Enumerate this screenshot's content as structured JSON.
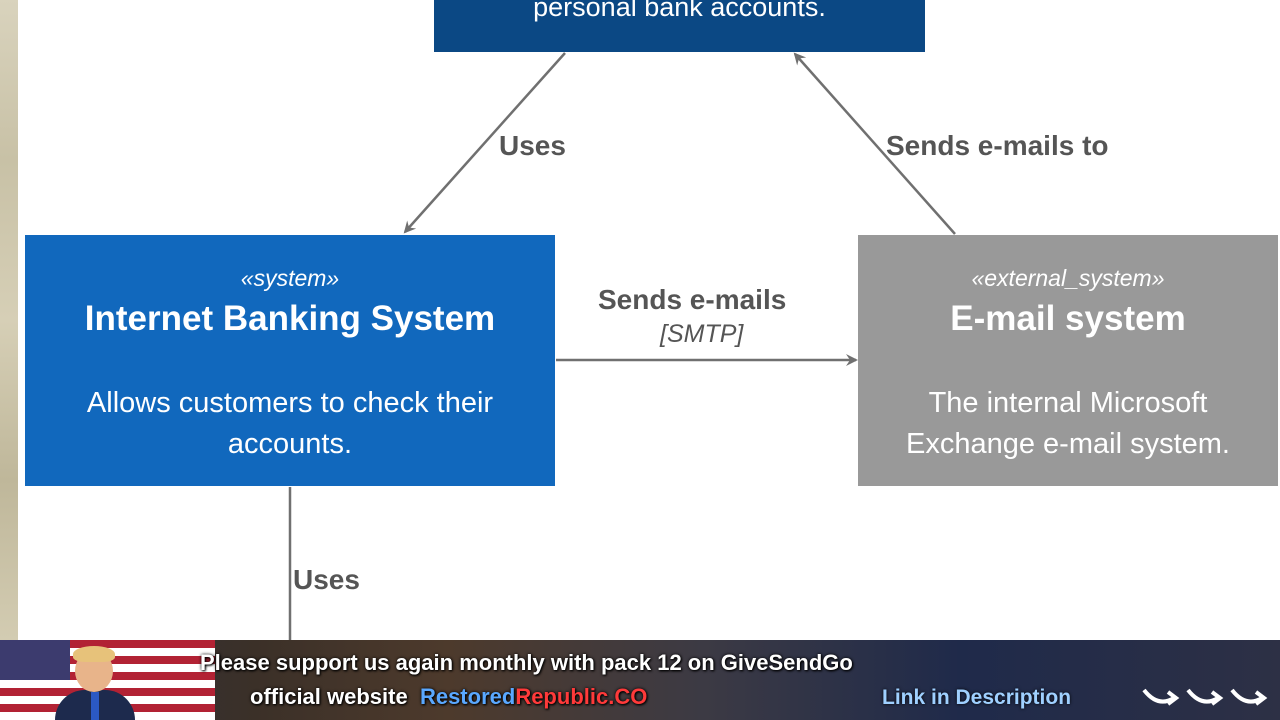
{
  "diagram": {
    "top_box": {
      "description": "personal bank accounts."
    },
    "ibs_box": {
      "stereotype": "«system»",
      "name": "Internet Banking System",
      "description_line1": "Allows customers to check their",
      "description_line2": "accounts."
    },
    "email_box": {
      "stereotype": "«external_system»",
      "name": "E-mail system",
      "description_line1": "The internal Microsoft",
      "description_line2": "Exchange e-mail system."
    },
    "edges": {
      "uses_top": "Uses",
      "sends_emails_to": "Sends e-mails to",
      "sends_emails": "Sends e-mails",
      "sends_emails_tech": "[SMTP]",
      "uses_bottom": "Uses"
    },
    "colors": {
      "system": "#1168bd",
      "external_system": "#999999",
      "person": "#0b4884",
      "edge": "#707070"
    }
  },
  "banner": {
    "line1": "Please support us again monthly with pack 12 on GiveSendGo",
    "line2_prefix": "official website",
    "site_part1": "Restored",
    "site_part2": "Republic.CO",
    "link_text": "Link in Description",
    "decor_icon": "curved-arrows-icon"
  }
}
